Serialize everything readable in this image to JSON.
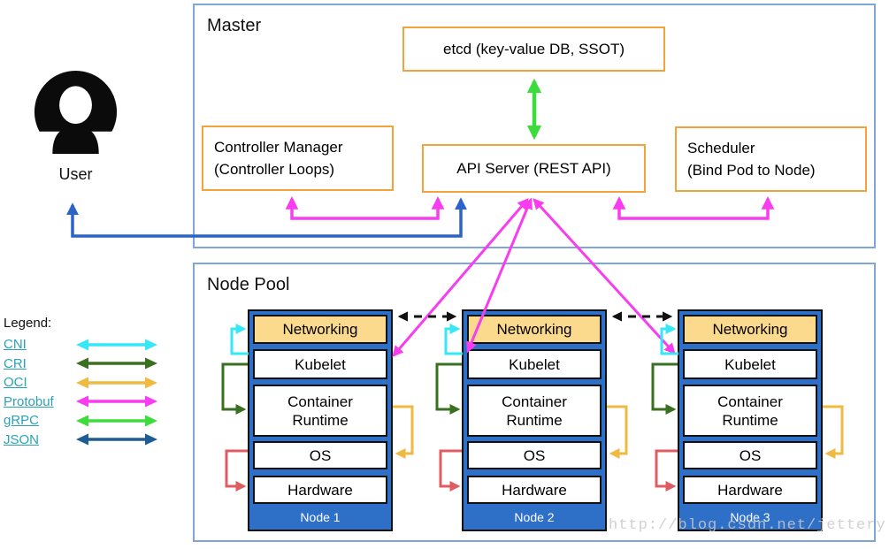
{
  "user": {
    "label": "User",
    "icon": "user-avatar-icon"
  },
  "master": {
    "title": "Master",
    "etcd": {
      "label": "etcd (key-value DB, SSOT)"
    },
    "controller_manager": {
      "line1": "Controller Manager",
      "line2": "(Controller Loops)"
    },
    "api_server": {
      "label": "API Server (REST API)"
    },
    "scheduler": {
      "line1": "Scheduler",
      "line2": "(Bind Pod to Node)"
    }
  },
  "node_pool": {
    "title": "Node Pool",
    "nodes": [
      {
        "name": "Node 1",
        "layers": [
          "Networking",
          "Kubelet",
          "Container Runtime",
          "OS",
          "Hardware"
        ]
      },
      {
        "name": "Node 2",
        "layers": [
          "Networking",
          "Kubelet",
          "Container Runtime",
          "OS",
          "Hardware"
        ]
      },
      {
        "name": "Node 3",
        "layers": [
          "Networking",
          "Kubelet",
          "Container Runtime",
          "OS",
          "Hardware"
        ]
      }
    ]
  },
  "legend": {
    "title": "Legend:",
    "items": [
      {
        "label": "CNI",
        "color": "#35e7f7"
      },
      {
        "label": "CRI",
        "color": "#3a701f"
      },
      {
        "label": "OCI",
        "color": "#efb942"
      },
      {
        "label": "Protobuf",
        "color": "#f93cf0"
      },
      {
        "label": "gRPC",
        "color": "#3ddc3d"
      },
      {
        "label": "JSON",
        "color": "#1d5c94"
      }
    ]
  },
  "colors": {
    "node_fill": "#2e70c8",
    "networking_fill": "#fbd98d",
    "component_border": "#f2a33c",
    "region_border": "#7ea6d8",
    "user_arrow": "#2a63c9",
    "hardware_loop": "#e05c63",
    "internode_dashed": "#111111"
  },
  "watermark": "http://blog.csdn.net/jettery"
}
